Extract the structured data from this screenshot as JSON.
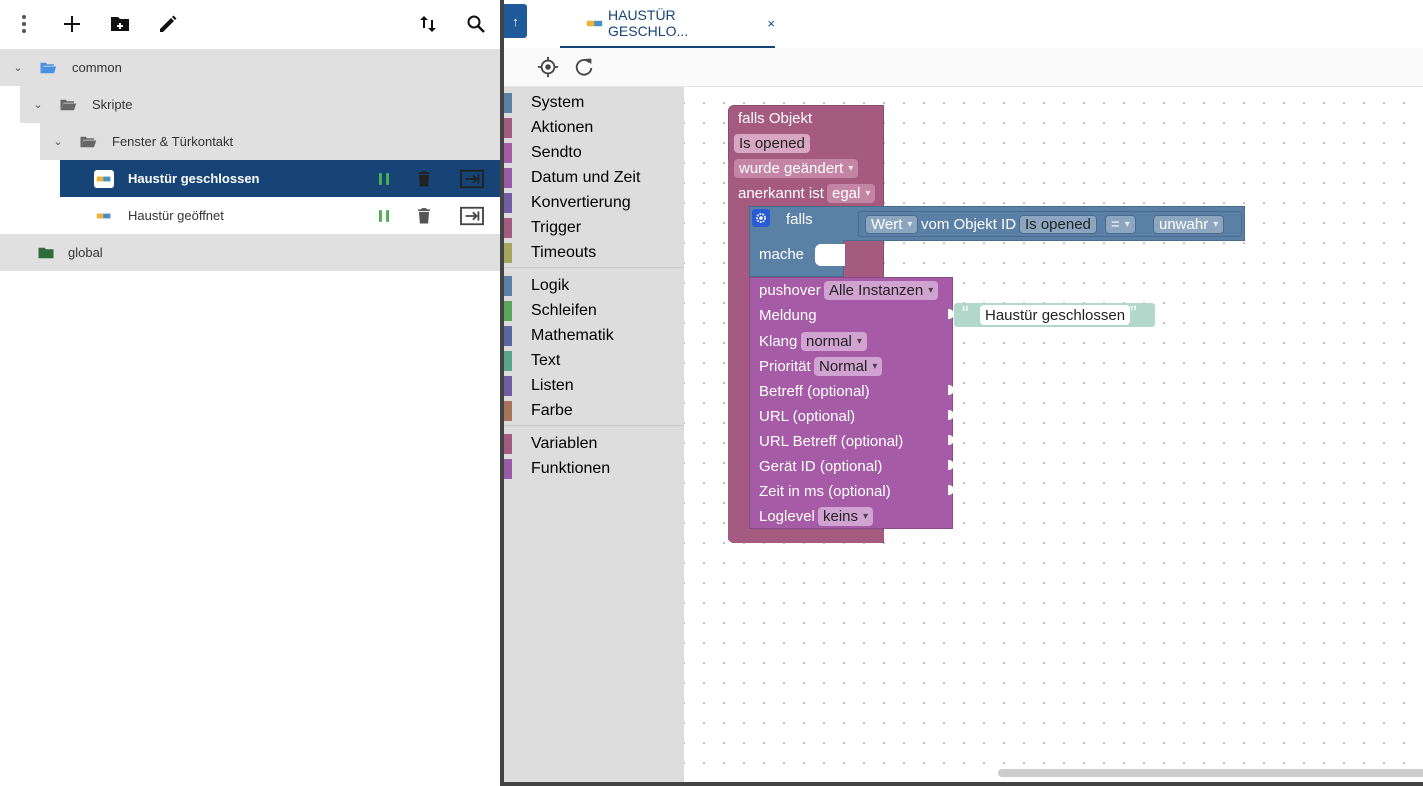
{
  "colors": {
    "selected_row": "#164477",
    "tree_bg": "#e0e0e0",
    "trigger_block": "#a55b80",
    "logic_block": "#5b80a5",
    "sendto_block": "#a55ba5",
    "text_block": "#b2d8cc",
    "run_green": "#4caf50"
  },
  "left_toolbar": {
    "menu_icon": "more-vert-icon",
    "add_icon": "add-icon",
    "add_folder_icon": "create-new-folder-icon",
    "edit_icon": "edit-icon",
    "sort_icon": "swap-vert-icon",
    "search_icon": "search-icon"
  },
  "tree": [
    {
      "label": "common",
      "level": 0,
      "type": "folder-open",
      "expanded": true
    },
    {
      "label": "Skripte",
      "level": 1,
      "type": "folder-open",
      "expanded": true
    },
    {
      "label": "Fenster & Türkontakt",
      "level": 2,
      "type": "folder-open",
      "expanded": true
    },
    {
      "label": "Haustür geschlossen",
      "level": 3,
      "type": "script",
      "selected": true
    },
    {
      "label": "Haustür geöffnet",
      "level": 3,
      "type": "script",
      "selected": false
    },
    {
      "label": "global",
      "level": 0,
      "type": "folder",
      "expanded": false
    }
  ],
  "tab": {
    "label": "HAUSTÜR GESCHLO...",
    "close": "×",
    "up_icon": "arrow-up-icon"
  },
  "editor_toolbar": {
    "locate_icon": "gps-fixed-icon",
    "refresh_icon": "refresh-icon"
  },
  "toolbox": {
    "groups": [
      [
        {
          "label": "System",
          "color": "#5b80a5"
        },
        {
          "label": "Aktionen",
          "color": "#a55b80"
        },
        {
          "label": "Sendto",
          "color": "#a55ba5"
        },
        {
          "label": "Datum und Zeit",
          "color": "#995ba5"
        },
        {
          "label": "Konvertierung",
          "color": "#745ba5"
        },
        {
          "label": "Trigger",
          "color": "#a55b80"
        },
        {
          "label": "Timeouts",
          "color": "#a5a55b"
        }
      ],
      [
        {
          "label": "Logik",
          "color": "#5b80a5"
        },
        {
          "label": "Schleifen",
          "color": "#5ba55b"
        },
        {
          "label": "Mathematik",
          "color": "#5b67a5"
        },
        {
          "label": "Text",
          "color": "#5ba58c"
        },
        {
          "label": "Listen",
          "color": "#745ba5"
        },
        {
          "label": "Farbe",
          "color": "#a5745b"
        }
      ],
      [
        {
          "label": "Variablen",
          "color": "#a55b80"
        },
        {
          "label": "Funktionen",
          "color": "#995ba5"
        }
      ]
    ]
  },
  "blocks": {
    "trigger": {
      "title": "falls Objekt",
      "object": "Is opened",
      "condition": "wurde geändert",
      "ack_label": "anerkannt ist",
      "ack_value": "egal"
    },
    "if": {
      "label": "falls",
      "do_label": "mache",
      "value_field": "Wert",
      "from_label": "vom Objekt ID",
      "object": "Is opened",
      "operator": "=",
      "compare": "unwahr"
    },
    "pushover": {
      "title": "pushover",
      "instance": "Alle Instanzen",
      "message_label": "Meldung",
      "sound_label": "Klang",
      "sound_value": "normal",
      "priority_label": "Priorität",
      "priority_value": "Normal",
      "subject_label": "Betreff (optional)",
      "url_label": "URL (optional)",
      "url_title_label": "URL Betreff (optional)",
      "device_label": "Gerät ID (optional)",
      "ttl_label": "Zeit in ms (optional)",
      "loglevel_label": "Loglevel",
      "loglevel_value": "keins"
    },
    "text": {
      "value": "Haustür geschlossen",
      "open_quote": "“",
      "close_quote": "”"
    }
  }
}
